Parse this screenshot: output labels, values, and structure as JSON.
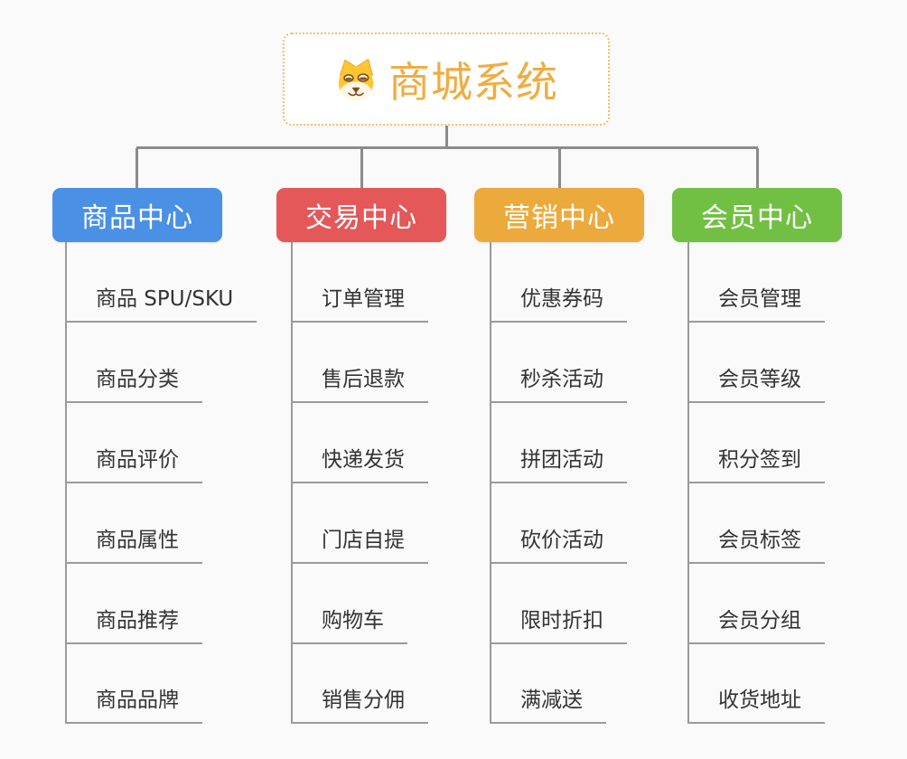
{
  "canvas": {
    "background": "#fafafa"
  },
  "connector_color": "#8b8b8b",
  "root": {
    "label": "商城系统",
    "icon": "doge-icon",
    "text_color": "#f0ac40",
    "border_color": "#f1c06a"
  },
  "branches": [
    {
      "id": "product-center",
      "label": "商品中心",
      "color": "#4a90e5",
      "children": [
        "商品 SPU/SKU",
        "商品分类",
        "商品评价",
        "商品属性",
        "商品推荐",
        "商品品牌"
      ]
    },
    {
      "id": "trade-center",
      "label": "交易中心",
      "color": "#e4585a",
      "children": [
        "订单管理",
        "售后退款",
        "快递发货",
        "门店自提",
        "购物车",
        "销售分佣"
      ]
    },
    {
      "id": "marketing-center",
      "label": "营销中心",
      "color": "#ecaa3c",
      "children": [
        "优惠券码",
        "秒杀活动",
        "拼团活动",
        "砍价活动",
        "限时折扣",
        "满减送"
      ]
    },
    {
      "id": "member-center",
      "label": "会员中心",
      "color": "#72c043",
      "children": [
        "会员管理",
        "会员等级",
        "积分签到",
        "会员标签",
        "会员分组",
        "收货地址"
      ]
    }
  ]
}
